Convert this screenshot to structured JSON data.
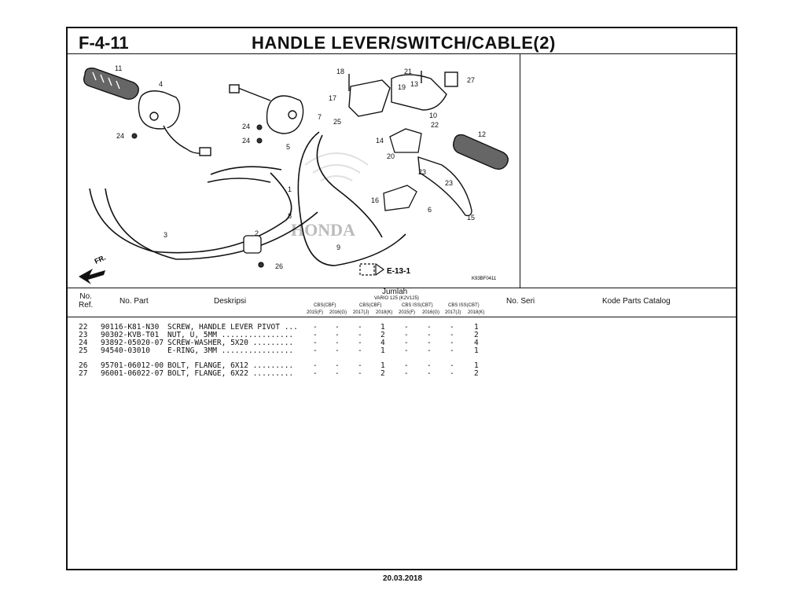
{
  "page": {
    "code": "F-4-11",
    "title": "HANDLE LEVER/SWITCH/CABLE(2)",
    "footer_date": "20.03.2018"
  },
  "diagram": {
    "image_code": "K93BF0411",
    "watermark": "HONDA",
    "fr_label": "FR.",
    "ref_label": "E-13-1",
    "callouts": [
      "1",
      "2",
      "3",
      "4",
      "5",
      "6",
      "7",
      "8",
      "9",
      "10",
      "11",
      "12",
      "13",
      "14",
      "15",
      "16",
      "17",
      "18",
      "19",
      "20",
      "21",
      "22",
      "23",
      "23",
      "24",
      "24",
      "24",
      "25",
      "26",
      "27"
    ]
  },
  "table": {
    "headers": {
      "no_ref": "No.\nRef.",
      "part_no": "No. Part",
      "desc": "Deskripsi",
      "jumlah": "Jumlah",
      "model": "VARIO 125 (K2V125)",
      "no_seri": "No. Seri",
      "kode": "Kode Parts Catalog"
    },
    "groups": [
      "CBS(CBF)",
      "CBS(CBF)",
      "CBS ISS(CBT)",
      "CBS ISS(CBT)"
    ],
    "years": [
      "2015(F)",
      "2016(G)",
      "2017(J)",
      "2018(K)",
      "2015(F)",
      "2016(G)",
      "2017(J)",
      "2018(K)"
    ],
    "rows": [
      {
        "ref": "22",
        "part": "90116-K81-N30",
        "desc": "SCREW, HANDLE LEVER PIVOT ...",
        "q": [
          "-",
          "-",
          "-",
          "1",
          "-",
          "-",
          "-",
          "1"
        ]
      },
      {
        "ref": "23",
        "part": "90302-KVB-T01",
        "desc": "NUT, U, 5MM ................",
        "q": [
          "-",
          "-",
          "-",
          "2",
          "-",
          "-",
          "-",
          "2"
        ]
      },
      {
        "ref": "24",
        "part": "93892-05020-07",
        "desc": "SCREW-WASHER, 5X20 .........",
        "q": [
          "-",
          "-",
          "-",
          "4",
          "-",
          "-",
          "-",
          "4"
        ]
      },
      {
        "ref": "25",
        "part": "94540-03010",
        "desc": "E-RING, 3MM ................",
        "q": [
          "-",
          "-",
          "-",
          "1",
          "-",
          "-",
          "-",
          "1"
        ]
      },
      {
        "ref": "26",
        "part": "95701-06012-00",
        "desc": "BOLT, FLANGE, 6X12 .........",
        "q": [
          "-",
          "-",
          "-",
          "1",
          "-",
          "-",
          "-",
          "1"
        ]
      },
      {
        "ref": "27",
        "part": "96001-06022-07",
        "desc": "BOLT, FLANGE, 6X22 .........",
        "q": [
          "-",
          "-",
          "-",
          "2",
          "-",
          "-",
          "-",
          "2"
        ]
      }
    ]
  }
}
